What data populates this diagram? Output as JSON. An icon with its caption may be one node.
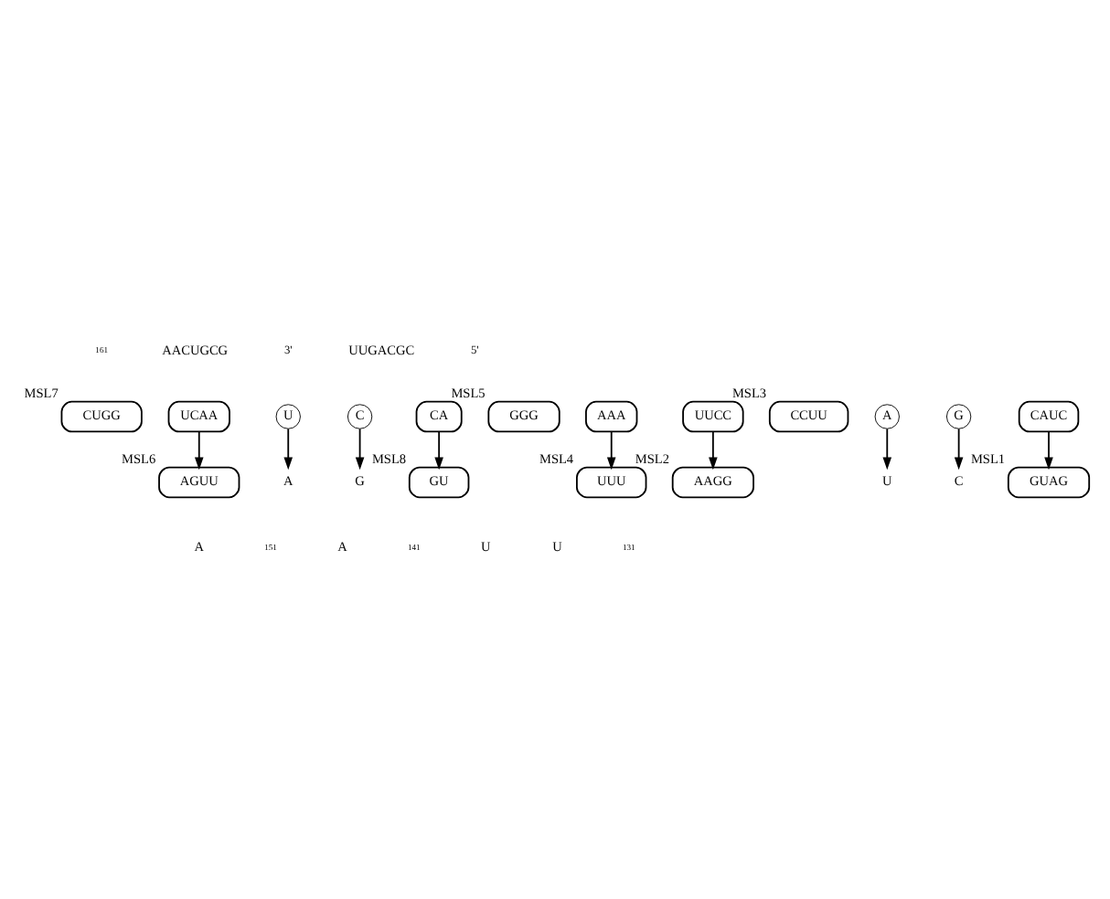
{
  "diagram": {
    "nodes": [
      {
        "text": [
          "CUGG"
        ],
        "beside": [
          "MSL7"
        ]
      },
      {
        "text": [
          "AGUU"
        ],
        "beside": [
          "MSL6"
        ]
      },
      {
        "text": [
          "UCAA"
        ]
      },
      {
        "text": [
          "A"
        ]
      },
      {
        "text": [
          "U"
        ]
      },
      {
        "text": [
          "C"
        ]
      },
      {
        "text": [
          "G"
        ]
      },
      {
        "text": [
          "GU"
        ],
        "beside": [
          "MSL8"
        ]
      },
      {
        "text": [
          "CA"
        ]
      },
      {
        "text": [
          "GGG"
        ],
        "beside": [
          "MSL5"
        ]
      },
      {
        "text": [
          "UUU"
        ],
        "beside": [
          "MSL4"
        ]
      },
      {
        "text": [
          "AAA"
        ]
      },
      {
        "text": [
          "UUCC"
        ]
      },
      {
        "text": [
          "CCUU"
        ],
        "beside": [
          "MSL3"
        ]
      },
      {
        "text": [
          "AAGG"
        ],
        "beside": [
          "MSL2"
        ]
      },
      {
        "text": [
          "A"
        ]
      },
      {
        "text": [
          "G"
        ]
      },
      {
        "text": [
          "CAUC"
        ]
      },
      {
        "text": [
          "GUAG"
        ],
        "beside": [
          "MSL1"
        ]
      },
      {
        "text": [
          "U"
        ]
      },
      {
        "text": [
          "C"
        ]
      }
    ],
    "edges": [
      {
        "from": 2,
        "to": 1,
        "arrow": "to"
      },
      {
        "from": 4,
        "to": 3,
        "arrow": "to"
      },
      {
        "from": 5,
        "to": 6,
        "arrow": "to"
      },
      {
        "from": 8,
        "to": 7,
        "arrow": "to"
      },
      {
        "from": 11,
        "to": 10,
        "arrow": "to"
      },
      {
        "from": 12,
        "to": 14,
        "arrow": "to"
      },
      {
        "from": 15,
        "to": 19,
        "arrow": "to"
      },
      {
        "from": 16,
        "to": 20,
        "arrow": "to"
      },
      {
        "from": 17,
        "to": 18,
        "arrow": "to"
      }
    ],
    "labels": [
      "A",
      "151",
      "A",
      "161",
      "AACUGCG",
      "3'",
      "UUGACGC",
      "5'",
      "141",
      "U",
      "U",
      "131"
    ]
  }
}
